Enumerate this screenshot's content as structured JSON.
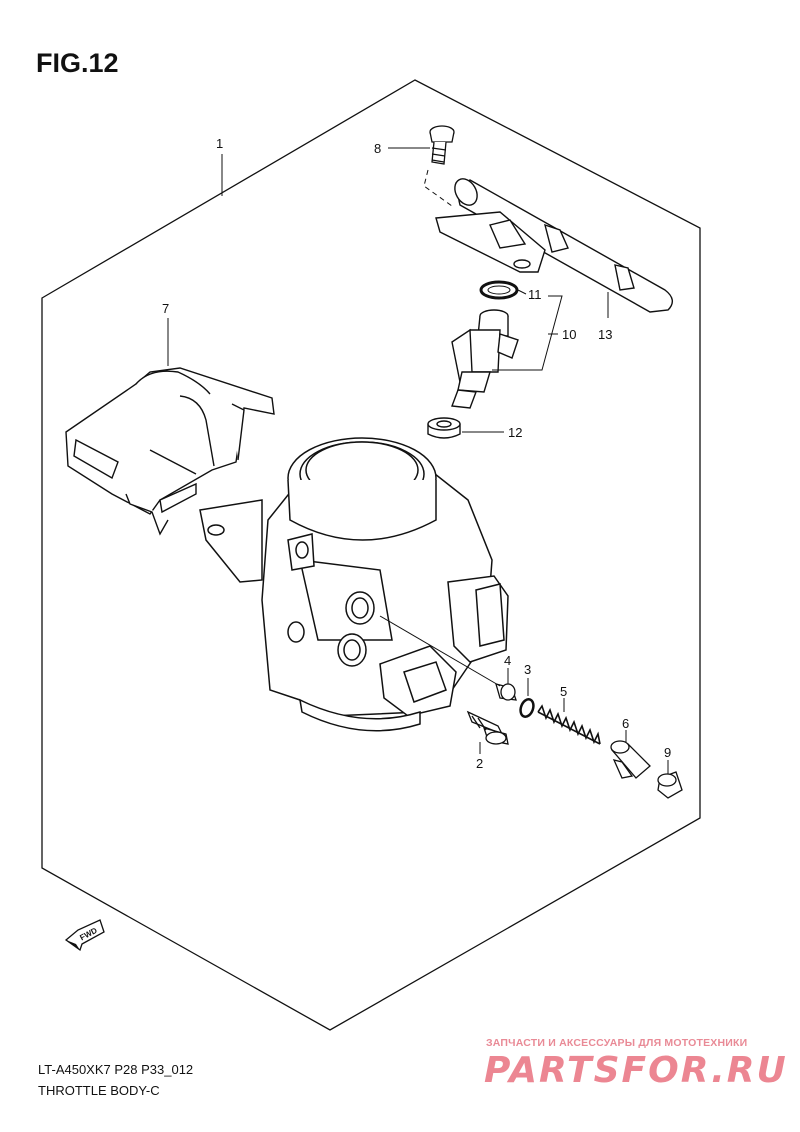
{
  "figure": {
    "title": "FIG.12",
    "model_code": "LT-A450XK7 P28 P33_012",
    "section_name": "THROTTLE BODY-C",
    "fwd_label": "FWD"
  },
  "callouts": [
    {
      "number": "1"
    },
    {
      "number": "2"
    },
    {
      "number": "3"
    },
    {
      "number": "4"
    },
    {
      "number": "5"
    },
    {
      "number": "6"
    },
    {
      "number": "7"
    },
    {
      "number": "8"
    },
    {
      "number": "9"
    },
    {
      "number": "10"
    },
    {
      "number": "11"
    },
    {
      "number": "12"
    },
    {
      "number": "13"
    }
  ],
  "watermark": {
    "tagline": "ЗАПЧАСТИ И АКСЕССУАРЫ ДЛЯ МОТОТЕХНИКИ",
    "brand": "PARTSFOR.RU",
    "color": "#e9717f"
  },
  "colors": {
    "line": "#111111",
    "background": "#ffffff"
  }
}
